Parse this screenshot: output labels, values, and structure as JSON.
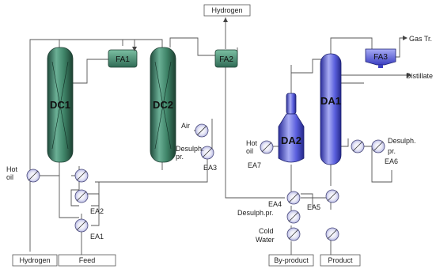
{
  "labels": {
    "hydrogen_top": "Hydrogen",
    "fa1": "FA1",
    "fa2": "FA2",
    "fa3": "FA3",
    "dc1": "DC1",
    "dc2": "DC2",
    "da1": "DA1",
    "da2": "DA2",
    "gas_tr": "Gas Tr.",
    "distillate": "Distillate",
    "air": "Air",
    "desulph_pr_left_1": "Desulph.",
    "desulph_pr_left_2": "pr.",
    "ea3": "EA3",
    "hot_oil_left_1": "Hot",
    "hot_oil_left_2": "oil",
    "ea2": "EA2",
    "ea1": "EA1",
    "hydrogen_bottom": "Hydrogen",
    "feed": "Feed",
    "hot_oil_right_1": "Hot",
    "hot_oil_right_2": "oil",
    "ea7": "EA7",
    "desulph_right_1": "Desulph.",
    "desulph_right_2": "pr.",
    "ea6": "EA6",
    "ea4": "EA4",
    "ea5": "EA5",
    "desulph_pr_bottom": "Desulph.pr.",
    "cold_1": "Cold",
    "cold_2": "Water",
    "by_product": "By-product",
    "product": "Product"
  },
  "colors": {
    "reactor_fill": "#2f6b55",
    "reactor_light": "#6bb096",
    "drum_fill": "#4a8a6c",
    "column_fill": "#4b4fd0",
    "column_light": "#9ea3f2",
    "line": "#555555"
  }
}
